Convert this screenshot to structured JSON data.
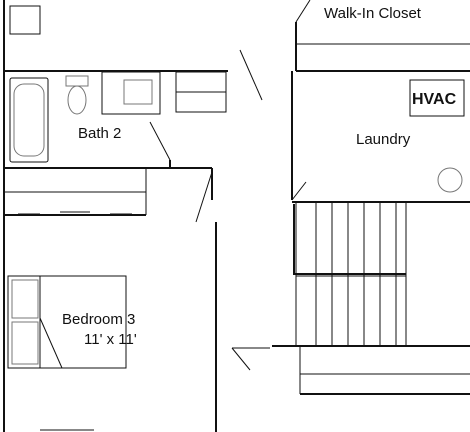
{
  "rooms": {
    "walk_in_closet": "Walk-In Closet",
    "bath_2": "Bath 2",
    "laundry": "Laundry",
    "hvac": "HVAC",
    "bedroom_3": "Bedroom 3",
    "bedroom_3_size": "11' x 11'"
  },
  "colors": {
    "wall": "#111111",
    "fixture": "#777777",
    "background": "#ffffff"
  }
}
